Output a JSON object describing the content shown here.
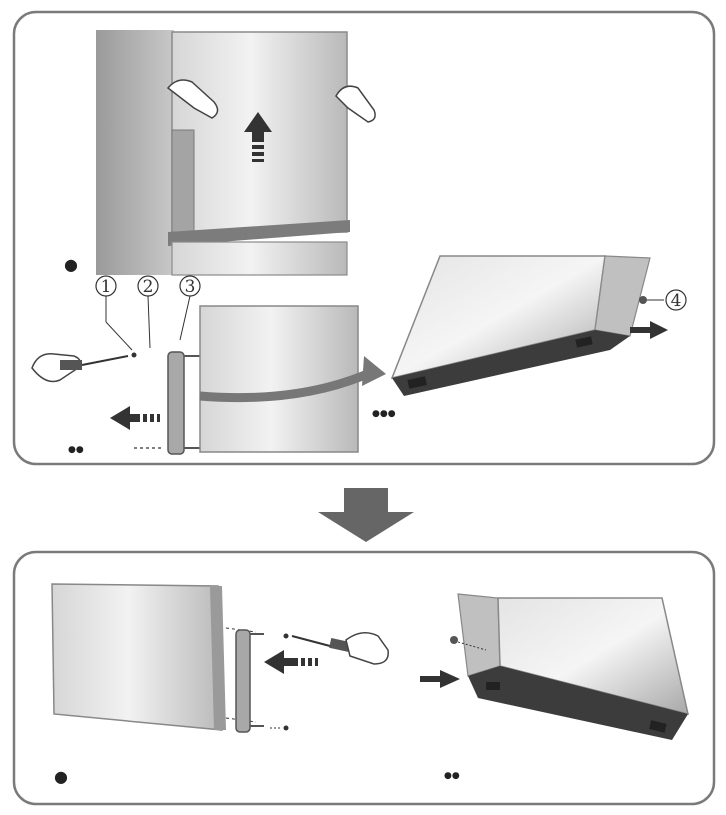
{
  "callouts": {
    "c1": "1",
    "c2": "2",
    "c3": "3",
    "c4": "4"
  },
  "step_marks": {
    "top_one": "●",
    "top_two": "●●",
    "top_three": "●●●",
    "bottom_one": "●",
    "bottom_two": "●●"
  },
  "colors": {
    "panel_border": "#7a7a7a",
    "arrow": "#555555",
    "metal": "#bfbfbf",
    "dark_base": "#3c3c3c"
  }
}
